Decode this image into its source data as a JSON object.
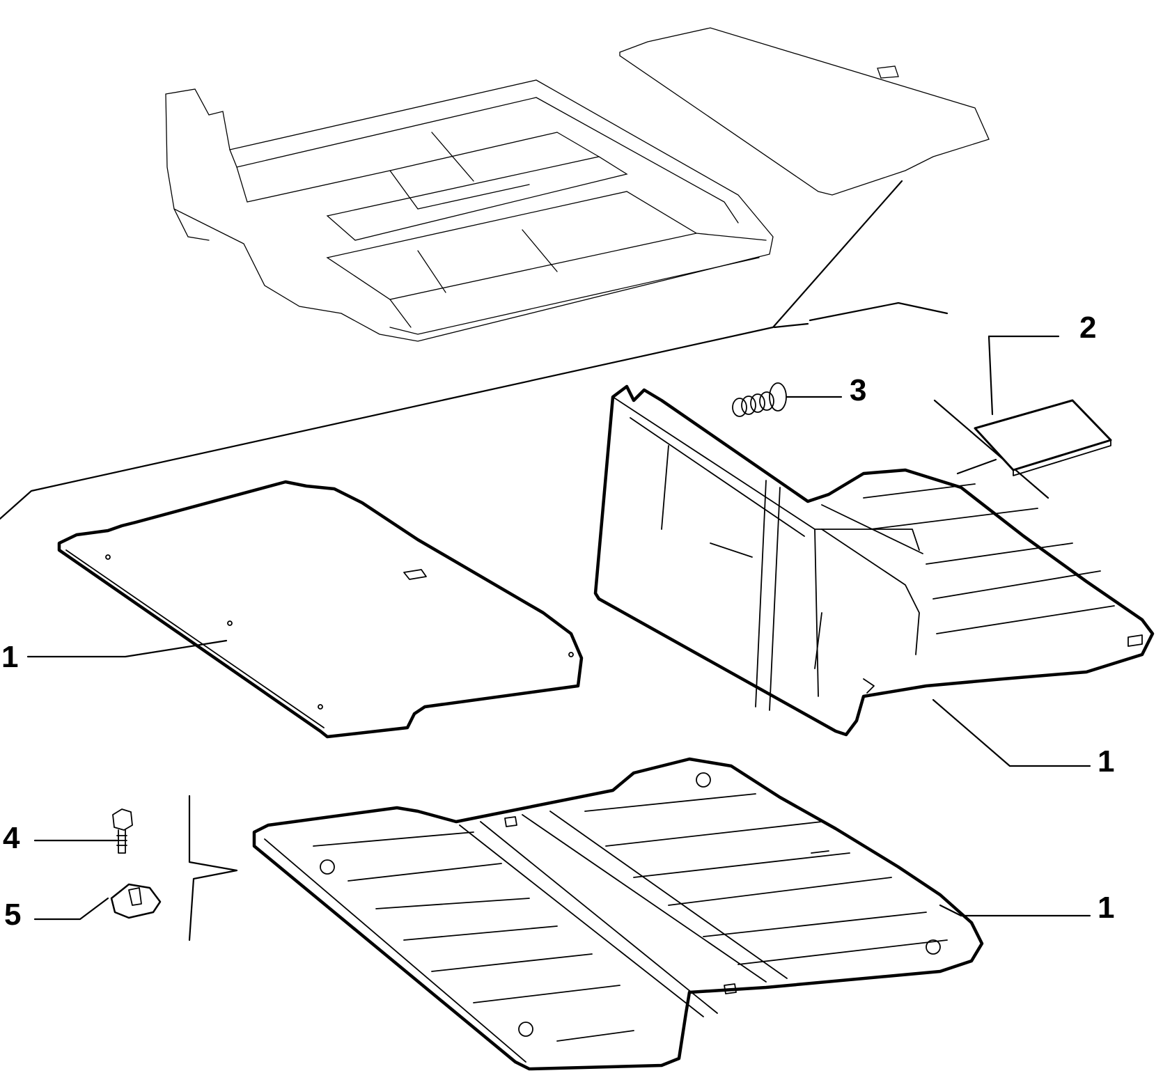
{
  "callouts": [
    {
      "id": "upper-left-mat",
      "label": "1"
    },
    {
      "id": "center-right-mat",
      "label": "1"
    },
    {
      "id": "lower-mat",
      "label": "1"
    },
    {
      "id": "flat-pad",
      "label": "2"
    },
    {
      "id": "fastener-coil",
      "label": "3"
    },
    {
      "id": "bolt",
      "label": "4"
    },
    {
      "id": "clip-bracket",
      "label": "5"
    }
  ]
}
